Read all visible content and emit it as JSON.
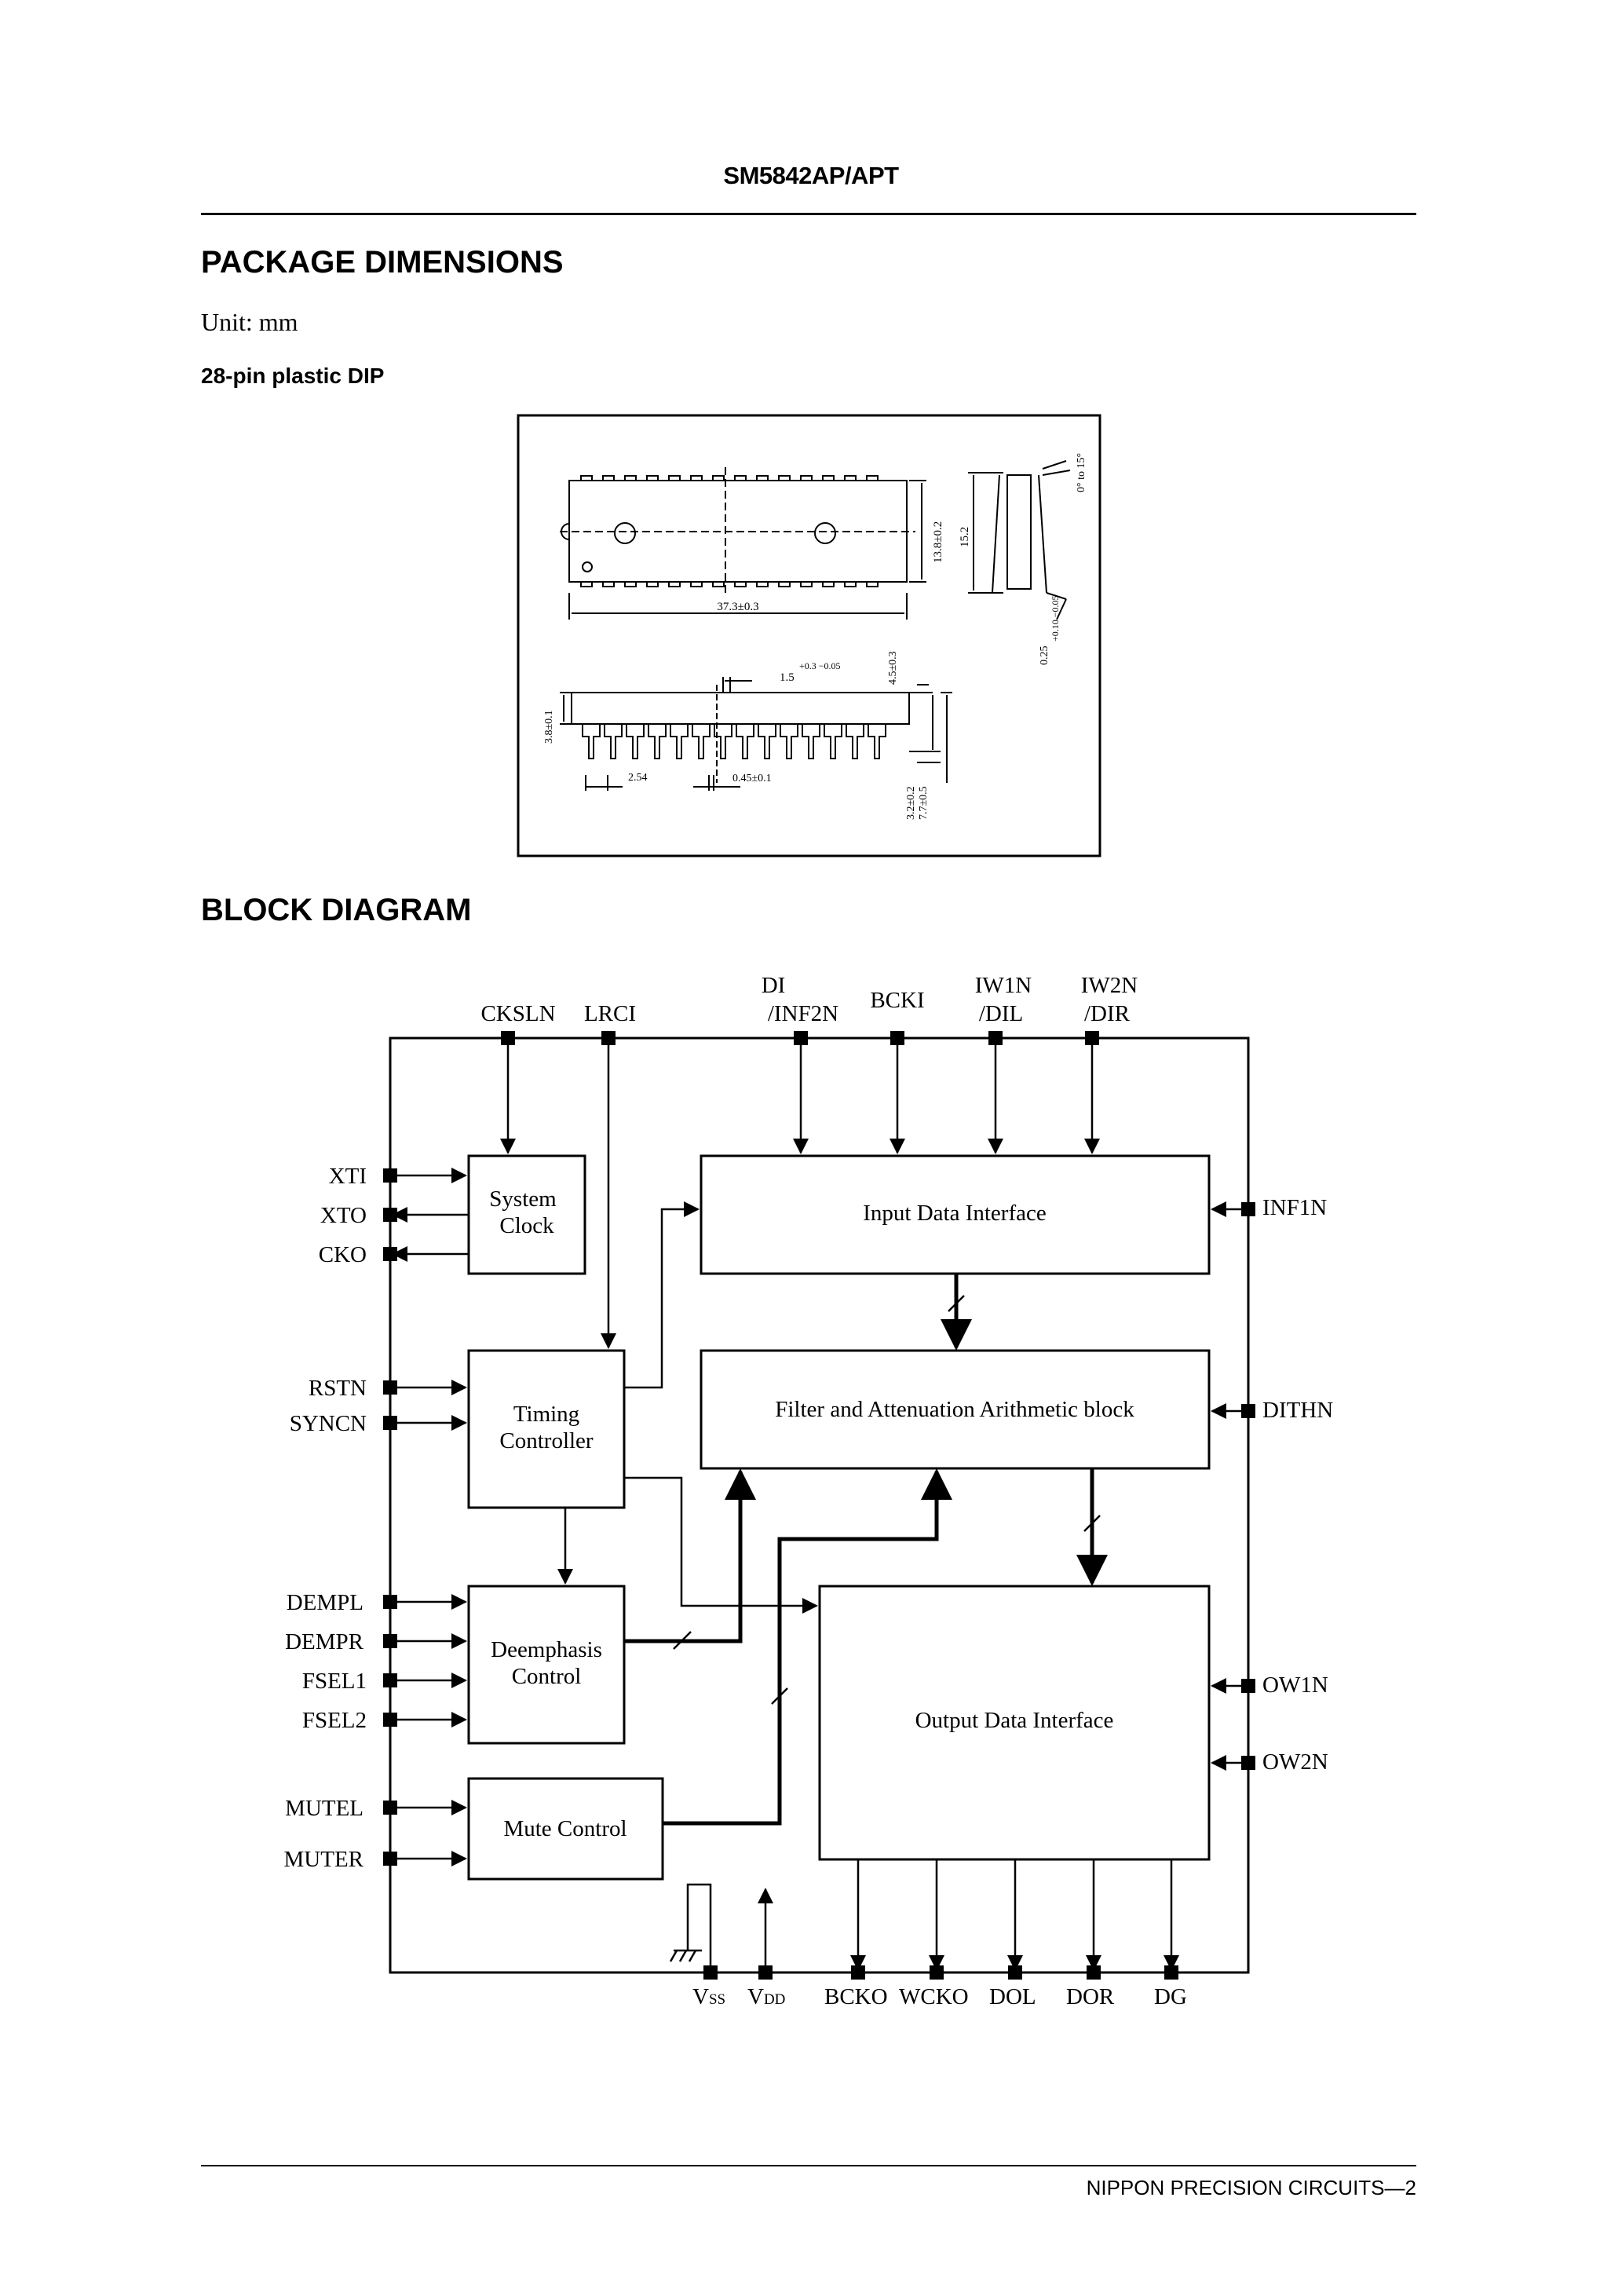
{
  "header": {
    "title": "SM5842AP/APT"
  },
  "package": {
    "heading": "PACKAGE DIMENSIONS",
    "unit": "Unit: mm",
    "subheading": "28-pin plastic DIP",
    "dims": {
      "length": "37.3±0.3",
      "width_body": "13.8±0.2",
      "width_row": "15.2",
      "angle": "0° to 15°",
      "lead_thick_base": "0.25",
      "lead_thick_tol": "+0.10 −0.05",
      "shoulder_base": "1.5",
      "shoulder_tol": "+0.3 −0.05",
      "height_total": "4.5±0.3",
      "body_height": "3.8±0.1",
      "pitch": "2.54",
      "lead_width": "0.45±0.1",
      "lead_length": "3.2±0.2",
      "seat_height": "7.7±0.5"
    }
  },
  "block": {
    "heading": "BLOCK DIAGRAM",
    "blocks": {
      "system_clock_1": "System",
      "system_clock_2": "Clock",
      "timing_1": "Timing",
      "timing_2": "Controller",
      "deemph_1": "Deemphasis",
      "deemph_2": "Control",
      "mute": "Mute Control",
      "input": "Input Data Interface",
      "filter": "Filter and Attenuation Arithmetic block",
      "output": "Output Data Interface"
    },
    "pins_top": {
      "cksln": "CKSLN",
      "lrci": "LRCI",
      "di_1": "DI",
      "di_2": "/INF2N",
      "bcki": "BCKI",
      "iw1n_1": "IW1N",
      "iw1n_2": "/DIL",
      "iw2n_1": "IW2N",
      "iw2n_2": "/DIR"
    },
    "pins_left": {
      "xti": "XTI",
      "xto": "XTO",
      "cko": "CKO",
      "rstn": "RSTN",
      "syncn": "SYNCN",
      "dempl": "DEMPL",
      "dempr": "DEMPR",
      "fsel1": "FSEL1",
      "fsel2": "FSEL2",
      "mutel": "MUTEL",
      "muter": "MUTER"
    },
    "pins_right": {
      "inf1n": "INF1N",
      "dithn": "DITHN",
      "ow1n": "OW1N",
      "ow2n": "OW2N"
    },
    "pins_bottom": {
      "vss_main": "V",
      "vss_sub": "SS",
      "vdd_main": "V",
      "vdd_sub": "DD",
      "bcko": "BCKO",
      "wcko": "WCKO",
      "dol": "DOL",
      "dor": "DOR",
      "dg": "DG"
    }
  },
  "footer": {
    "text": "NIPPON PRECISION CIRCUITS—2"
  }
}
